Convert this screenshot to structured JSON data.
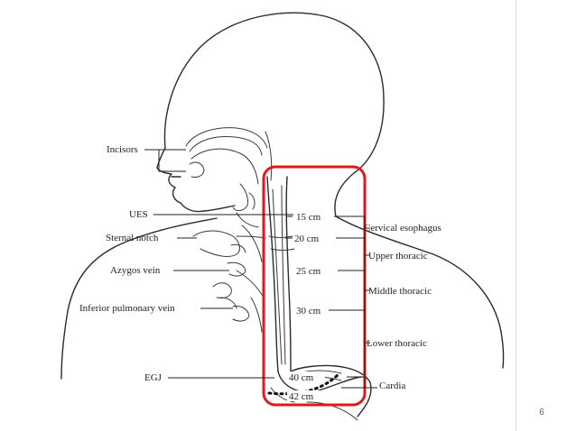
{
  "anatomy_labels": {
    "incisors": "Incisors",
    "ues": "UES",
    "sternal_notch": "Sternal notch",
    "azygos_vein": "Azygos vein",
    "inferior_pulmonary_vein": "Inferior pulmonary vein",
    "egj": "EGJ"
  },
  "distance_marks": [
    "15 cm",
    "20 cm",
    "25 cm",
    "30 cm",
    "40 cm",
    "42 cm"
  ],
  "segment_labels": {
    "cervical": "Cervical esophagus",
    "upper": "Upper thoracic",
    "middle": "Middle thoracic",
    "lower": "Lower thoracic",
    "cardia": "Cardia"
  },
  "highlight_color": "#e0191b",
  "slide_number": "6"
}
